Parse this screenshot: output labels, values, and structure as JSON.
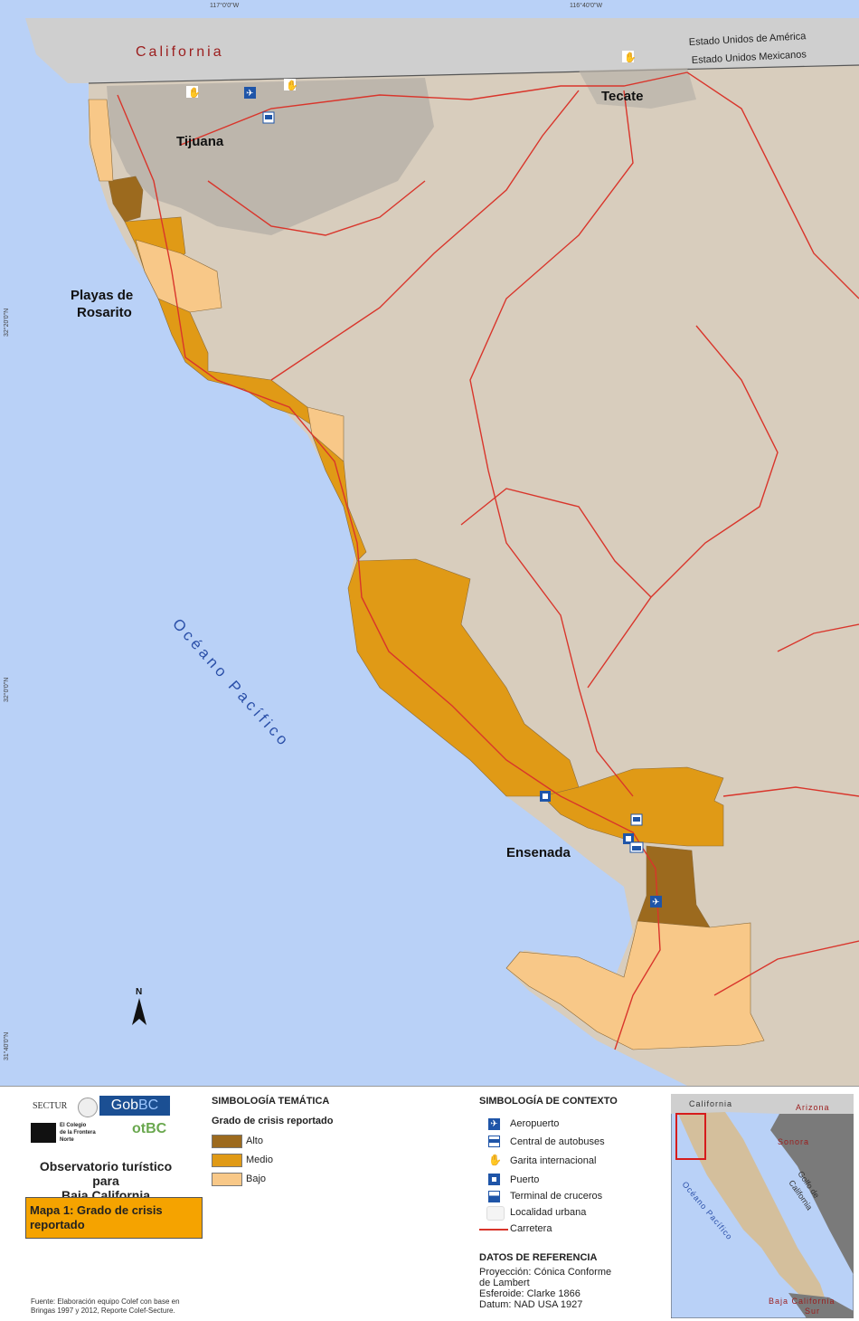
{
  "map": {
    "coords": {
      "top_left": "117°0'0\"W",
      "top_right": "116°40'0\"W",
      "left_1": "32°20'0\"N",
      "left_2": "32°0'0\"N",
      "left_3": "31°40'0\"N"
    },
    "labels": {
      "california": "California",
      "usa": "Estado Unidos de América",
      "mex": "Estado Unidos Mexicanos",
      "tijuana": "Tijuana",
      "tecate": "Tecate",
      "rosarito_1": "Playas de",
      "rosarito_2": "Rosarito",
      "ensenada": "Ensenada",
      "ocean": "Océano Pacífico",
      "north": "N"
    },
    "colors": {
      "sea": "#b9d1f7",
      "land": "#d8cdbd",
      "usa": "#cfcfcf",
      "alto": "#9c6a1e",
      "medio": "#e09a16",
      "bajo": "#f8c888",
      "road": "#d9352b"
    }
  },
  "logos": {
    "sectur": "SECTUR",
    "gobbc_a": "Gob",
    "gobbc_b": "BC",
    "colef_1": "El Colegio",
    "colef_2": "de la Frontera",
    "colef_3": "Norte",
    "otbc": "otBC"
  },
  "observatorio": {
    "line1": "Observatorio turístico para",
    "line2": "Baja California"
  },
  "mapa_title": {
    "line1": "Mapa 1: Grado de crisis",
    "line2": "reportado",
    "bg": "#f5a300"
  },
  "tematica": {
    "heading": "SIMBOLOGÍA TEMÁTICA",
    "subheading": "Grado de crisis reportado",
    "items": [
      {
        "label": "Alto",
        "color": "#9c6a1e"
      },
      {
        "label": "Medio",
        "color": "#e09a16"
      },
      {
        "label": "Bajo",
        "color": "#f8c888"
      }
    ]
  },
  "contexto": {
    "heading": "SIMBOLOGÍA DE CONTEXTO",
    "items": [
      {
        "label": "Aeropuerto",
        "icon": "airport-icon"
      },
      {
        "label": "Central de autobuses",
        "icon": "bus-icon"
      },
      {
        "label": "Garita internacional",
        "icon": "border-crossing-icon"
      },
      {
        "label": "Puerto",
        "icon": "port-icon"
      },
      {
        "label": "Terminal de cruceros",
        "icon": "cruise-terminal-icon"
      },
      {
        "label": "Localidad urbana",
        "icon": "urban-area-icon"
      },
      {
        "label": "Carretera",
        "icon": "road-icon"
      }
    ]
  },
  "referencia": {
    "heading": "DATOS DE REFERENCIA",
    "lines": [
      "Proyección: Cónica Conforme",
      "de Lambert",
      "Esferoide: Clarke 1866",
      "Datum: NAD USA 1927"
    ]
  },
  "fuente": {
    "line1": "Fuente: Elaboración equipo Colef con base en",
    "line2": "Bringas 1997 y 2012, Reporte Colef-Secture."
  },
  "inset": {
    "california": "California",
    "arizona": "Arizona",
    "sonora": "Sonora",
    "golfo_1": "Golfo de",
    "golfo_2": "California",
    "ocean": "Océano Pacífico",
    "bcs_1": "Baja California",
    "bcs_2": "Sur"
  }
}
